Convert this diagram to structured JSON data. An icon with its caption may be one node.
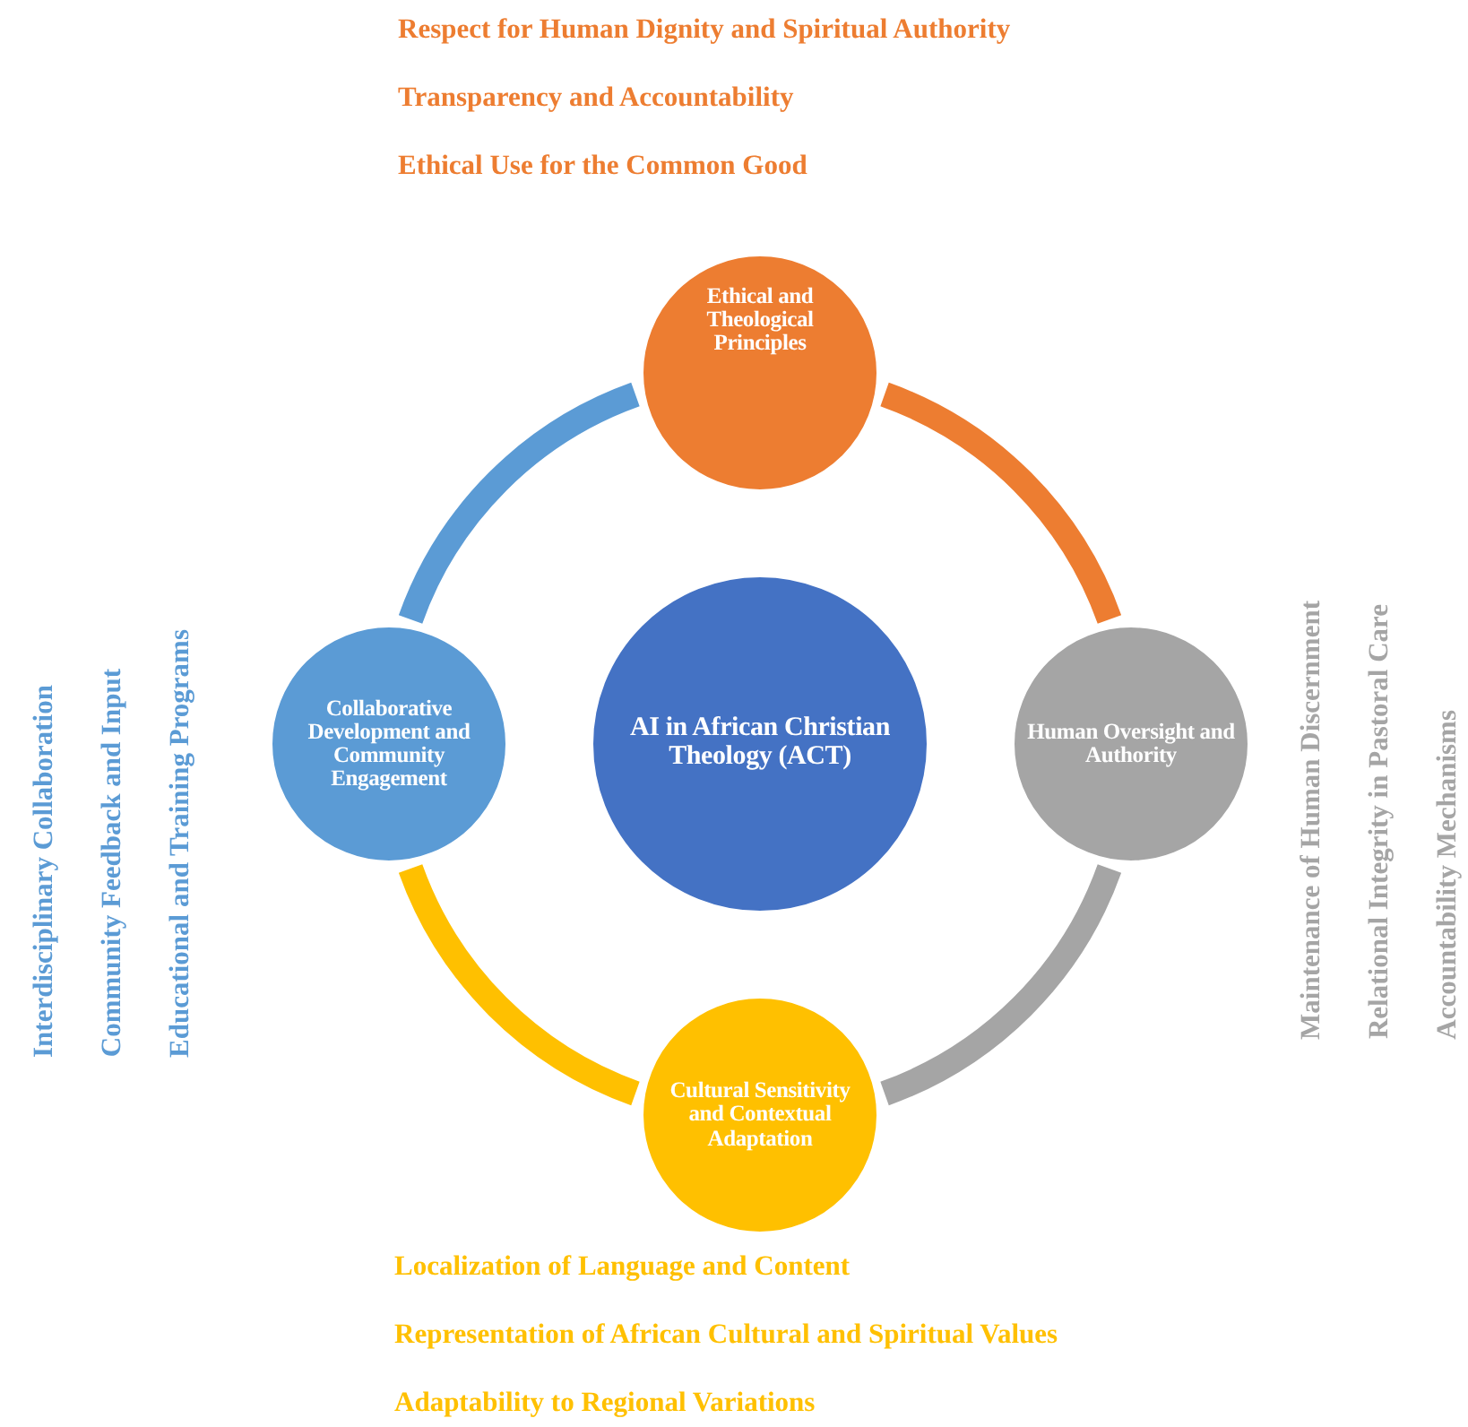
{
  "diagram": {
    "nodes": [
      {
        "text": [
          "Ethical and Theological Principles"
        ],
        "beside": [
          "Respect for Human Dignity and Spiritual Authority",
          "Transparency and Accountability",
          "Ethical Use for the Common Good"
        ]
      },
      {
        "text": [
          "Collaborative Development and Community Engagement"
        ],
        "beside": [
          "Interdisciplinary Collaboration",
          "Community Feedback and Input",
          "Educational and Training Programs"
        ]
      },
      {
        "text": [
          "AI in African Christian Theology (ACT)"
        ]
      },
      {
        "text": [
          "Human Oversight and Authority"
        ],
        "beside": [
          "Maintenance of Human Discernment",
          "Relational Integrity in Pastoral Care",
          "Accountability Mechanisms"
        ]
      },
      {
        "text": [
          "Cultural Sensitivity and Contextual Adaptation"
        ],
        "beside": [
          "Localization of Language and Content",
          "Representation of African Cultural and Spiritual Values",
          "Adaptability to Regional Variations"
        ]
      }
    ],
    "edges": [
      {
        "from": 0,
        "to": 3,
        "arrow": "none",
        "color": "#ed7d31"
      },
      {
        "from": 3,
        "to": 4,
        "arrow": "none",
        "color": "#a5a5a5"
      },
      {
        "from": 4,
        "to": 1,
        "arrow": "none",
        "color": "#ffc000"
      },
      {
        "from": 1,
        "to": 0,
        "arrow": "none",
        "color": "#5b9bd5"
      }
    ]
  }
}
